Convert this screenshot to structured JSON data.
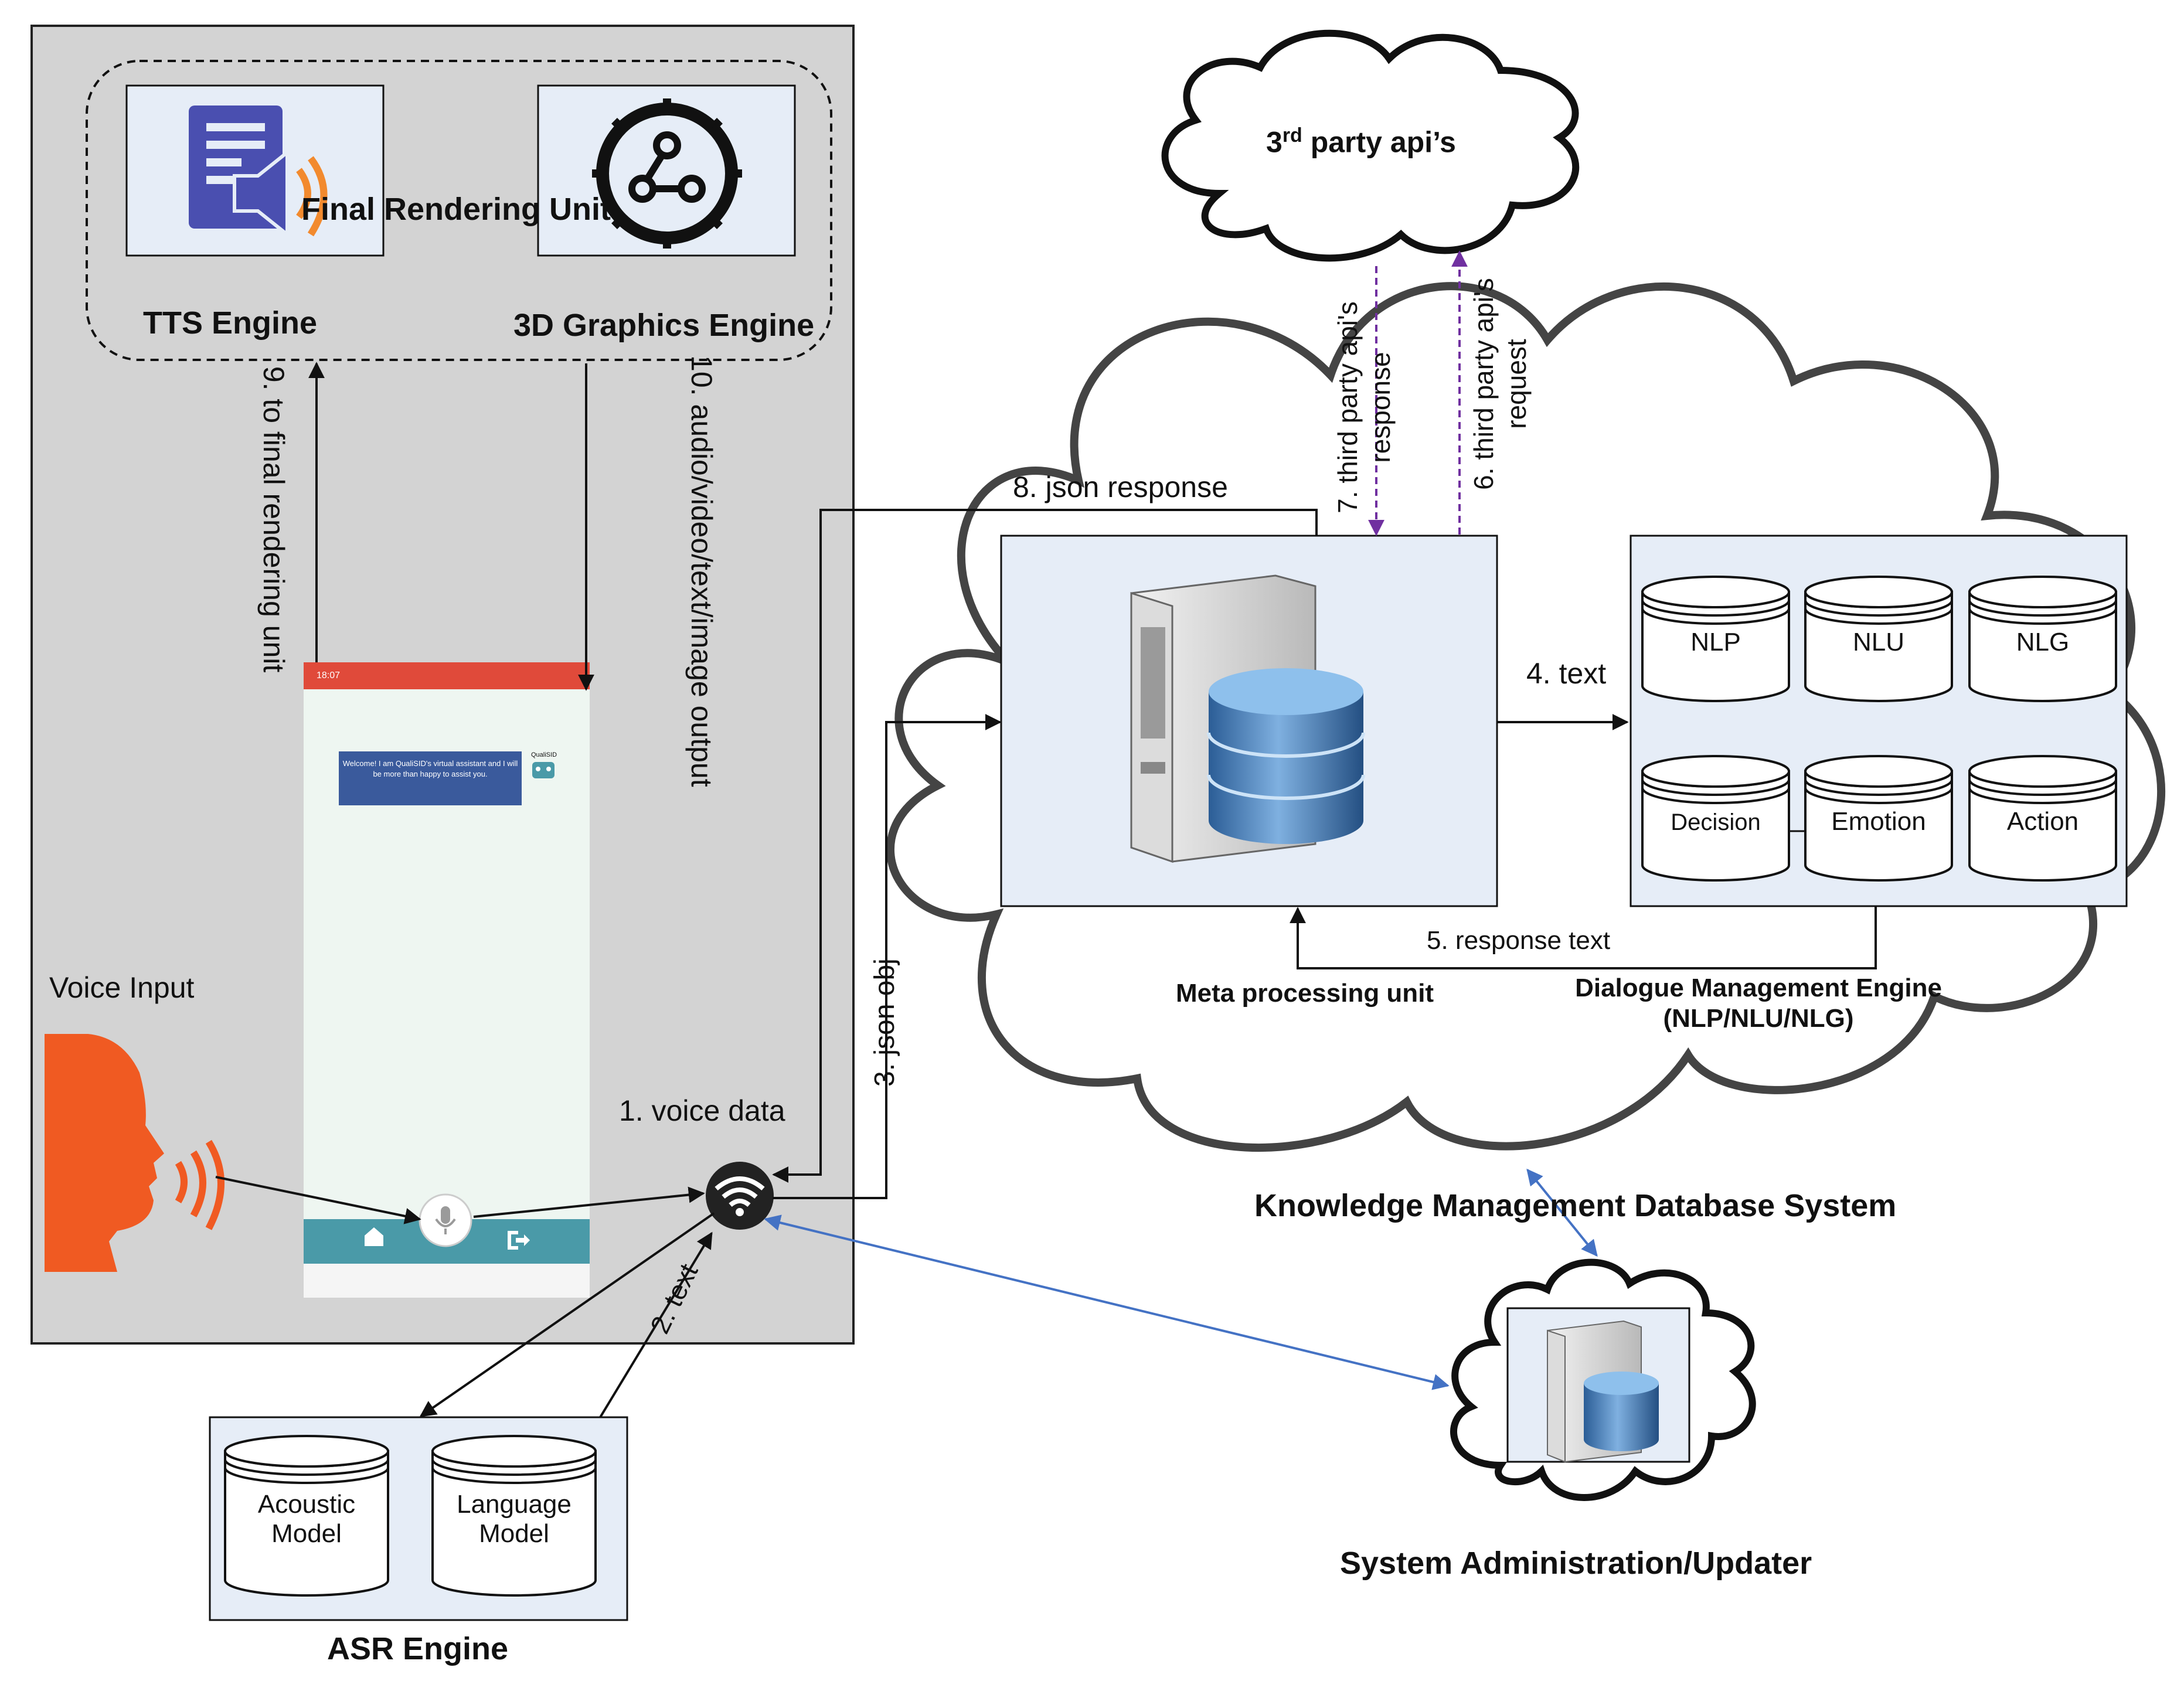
{
  "mobile_panel": {
    "final_rendering_unit": "Final Rendering Unit",
    "tts_engine": "TTS Engine",
    "graphics_engine": "3D Graphics Engine",
    "voice_input": "Voice Input",
    "phone": {
      "status_time": "18:07",
      "message": "Welcome! I am QualiSID's virtual assistant and I will be more than happy to assist you.",
      "bot_name": "QualiSID"
    }
  },
  "edges": {
    "e1": "1. voice data",
    "e2": "2. text",
    "e3": "3. json object",
    "e4": "4. text",
    "e5": "5. response text",
    "e6": "6. third party api's request",
    "e7": "7. third party api's response",
    "e8": "8. json response",
    "e9": "9. to final rendering unit",
    "e10": "10. audio/video/text/image output"
  },
  "asr": {
    "title": "ASR Engine",
    "models": [
      "Acoustic Model",
      "Language Model"
    ]
  },
  "third_party": {
    "label_pre": "3",
    "label_sup": "rd",
    "label_post": " party api’s"
  },
  "kmdb": {
    "title": "Knowledge Management Database System",
    "meta_unit": "Meta processing unit",
    "dme_line1": "Dialogue Management Engine",
    "dme_line2": "(NLP/NLU/NLG)",
    "modules": [
      "NLP",
      "NLU",
      "NLG",
      "Decision",
      "Emotion",
      "Action"
    ]
  },
  "admin": {
    "title": "System Administration/Updater"
  },
  "colors": {
    "panel_gray": "#d3d3d3",
    "box_fill": "#e6edf7",
    "voice_orange": "#f05a22",
    "purple_arrow": "#7030a0",
    "blue_arrow": "#4472c4",
    "phone_red": "#e04a3a",
    "phone_teal": "#4a9aa8"
  },
  "icons": [
    "document-speaker-icon",
    "molecule-gear-icon",
    "server-database-icon",
    "wifi-hub-icon",
    "microphone-icon",
    "home-icon",
    "logout-icon",
    "speaking-head-icon"
  ]
}
